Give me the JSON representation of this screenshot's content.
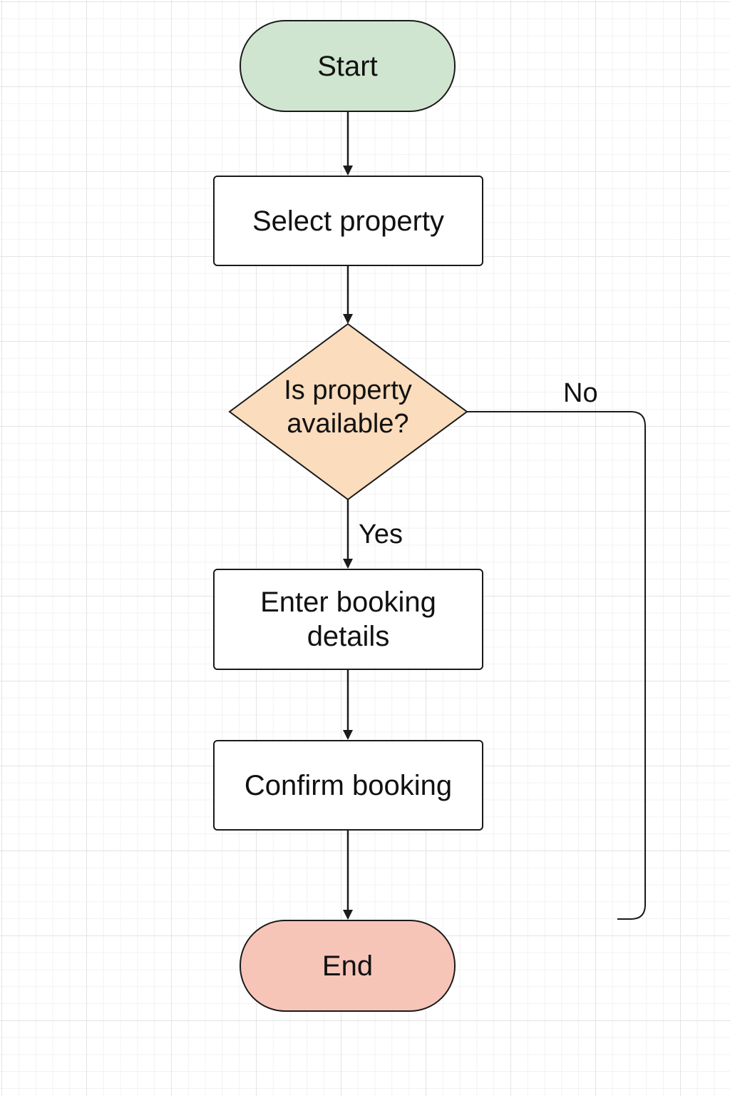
{
  "diagram": {
    "nodes": {
      "start": {
        "label": "Start",
        "fill": "#cfe5cf"
      },
      "select_property": {
        "label": "Select property"
      },
      "availability_check": {
        "label": "Is property\navailable?",
        "fill": "#fbdcbc"
      },
      "enter_details": {
        "label": "Enter booking\ndetails"
      },
      "confirm_booking": {
        "label": "Confirm booking"
      },
      "end": {
        "label": "End",
        "fill": "#f7c5b8"
      }
    },
    "edges": {
      "yes_label": "Yes",
      "no_label": "No"
    },
    "colors": {
      "stroke": "#1a1a1a",
      "start_fill": "#cfe5cf",
      "decision_fill": "#fbdcbc",
      "end_fill": "#f7c5b8"
    }
  }
}
